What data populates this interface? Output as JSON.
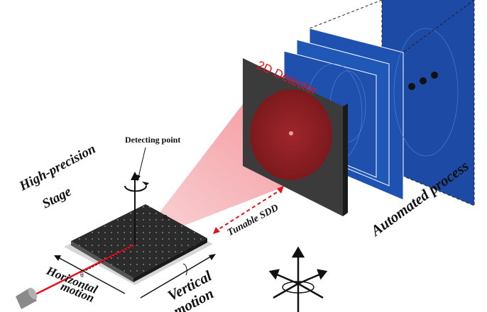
{
  "labels": {
    "detecting_point": "Detecting point",
    "stage_line1": "High-precision",
    "stage_line2": "Stage",
    "tunable_sdd": "Tunable SDD",
    "detector": "2D Detector",
    "automated": "Automated process",
    "horizontal_line1": "Horizontal",
    "horizontal_line2": "motion",
    "vertical_line1": "Vertical",
    "vertical_line2": "motion",
    "theta": "θ",
    "phi": "φ"
  },
  "colors": {
    "beam": "#e8101a",
    "beam_cone": "#f4a0a6",
    "detector_frame": "#3a3a3a",
    "detector_disc": "#8f1a1e",
    "pattern_blue": "#1c4fae",
    "stage_top": "#2b2b2b",
    "arrow_dashed": "#e8101a"
  },
  "icons": {
    "source": "x-ray-source-cylinder-icon",
    "axes": "six-axis-motion-icon",
    "rotation": "rotation-arrow-icon"
  }
}
